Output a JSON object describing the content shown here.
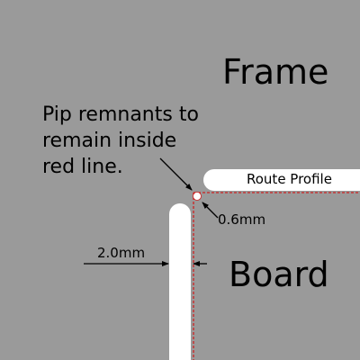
{
  "labels": {
    "frame": "Frame",
    "board": "Board",
    "note": [
      "Pip remnants to",
      "remain inside",
      "red line."
    ],
    "route_profile": "Route Profile",
    "pip_dimension": "0.6mm",
    "slot_width": "2.0mm"
  },
  "colors": {
    "background": "#9a9a9a",
    "route_slot": "#ffffff",
    "cut_line": "#cc2222",
    "annotation": "#000000"
  }
}
